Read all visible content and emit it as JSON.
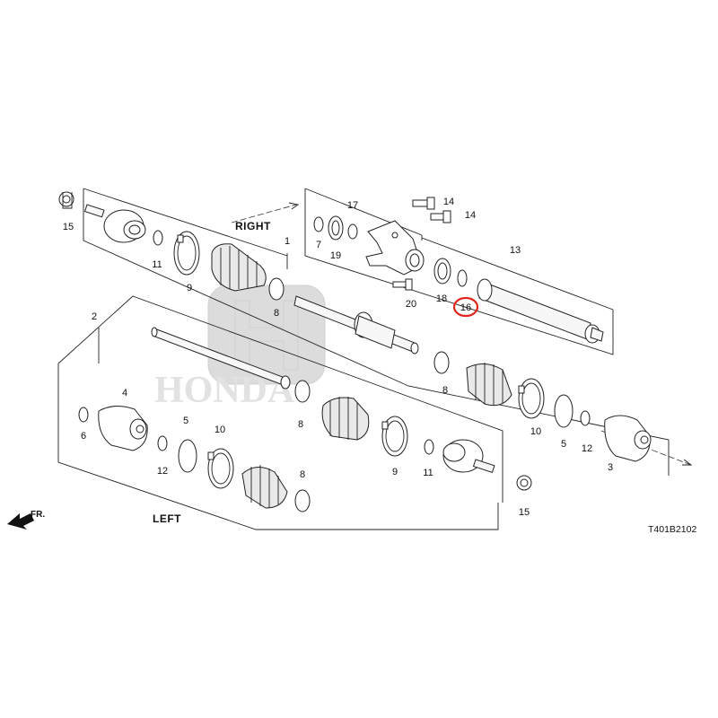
{
  "labels": {
    "right": "RIGHT",
    "left": "LEFT",
    "front": "FR.",
    "diagram_code": "T401B2102",
    "watermark_text": "HONDA"
  },
  "highlight_color": "#e0231c",
  "callouts": {
    "n1": "1",
    "n2": "2",
    "n3": "3",
    "n4": "4",
    "n5a": "5",
    "n5b": "5",
    "n6": "6",
    "n7": "7",
    "n8a": "8",
    "n8b": "8",
    "n8c": "8",
    "n8d": "8",
    "n9a": "9",
    "n9b": "9",
    "n10a": "10",
    "n10b": "10",
    "n11a": "11",
    "n11b": "11",
    "n12a": "12",
    "n12b": "12",
    "n13": "13",
    "n14a": "14",
    "n14b": "14",
    "n15a": "15",
    "n15b": "15",
    "n16": "16",
    "n17": "17",
    "n18": "18",
    "n19": "19",
    "n20": "20"
  }
}
